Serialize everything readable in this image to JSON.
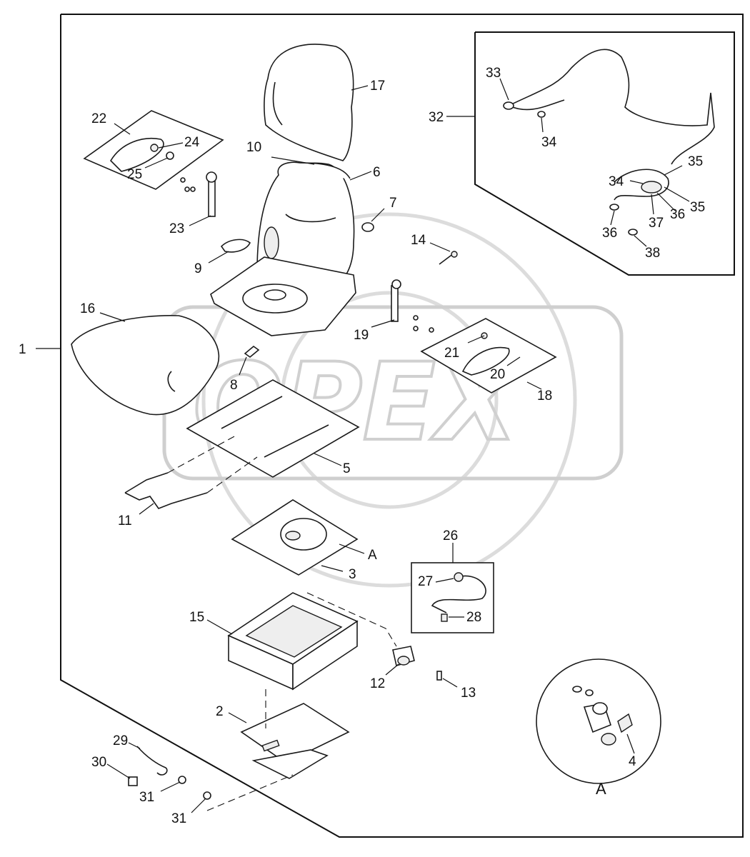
{
  "watermark": "OPEX",
  "main_assembly_label": "1",
  "detail_view_label": "A",
  "callouts": {
    "c2": "2",
    "c3": "3",
    "c4": "4",
    "c5": "5",
    "c6": "6",
    "c7": "7",
    "c8": "8",
    "c9": "9",
    "c10": "10",
    "c11": "11",
    "c12": "12",
    "c13": "13",
    "c14": "14",
    "c15": "15",
    "c16": "16",
    "c17": "17",
    "c18": "18",
    "c19": "19",
    "c20": "20",
    "c21": "21",
    "c22": "22",
    "c23": "23",
    "c24": "24",
    "c25": "25",
    "c26": "26",
    "c27": "27",
    "c28": "28",
    "c29": "29",
    "c30": "30",
    "c31a": "31",
    "c31b": "31",
    "c32": "32",
    "c33": "33",
    "c34a": "34",
    "c34b": "34",
    "c35a": "35",
    "c35b": "35",
    "c36a": "36",
    "c36b": "36",
    "c37": "37",
    "c38": "38",
    "cA": "A"
  }
}
